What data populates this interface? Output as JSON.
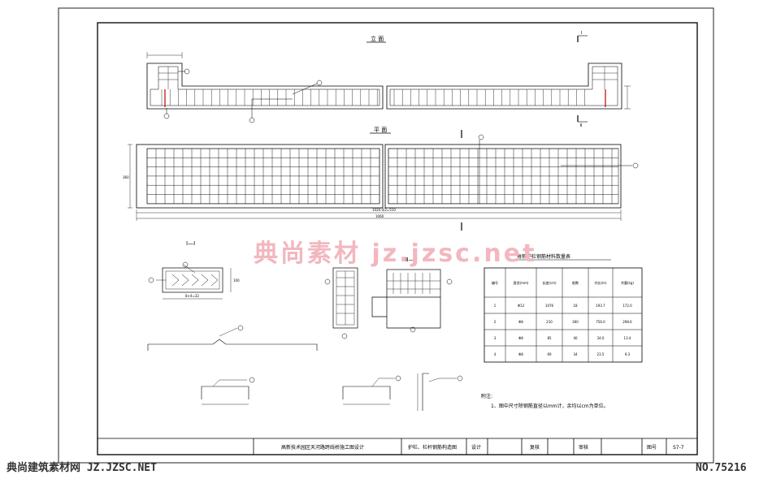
{
  "drawing": {
    "elevation_title": "立 面",
    "plan_title": "平 面",
    "section_1_title": "Ⅰ—Ⅰ",
    "section_2_title": "Ⅱ—Ⅱ",
    "section_mark_1": "Ⅰ",
    "section_mark_2": "Ⅱ",
    "plan_dim_total": "1060",
    "plan_dim_mid": "1020.0/2=510",
    "plan_dim_height": "360",
    "section1_dim": "100",
    "section1_dim_w": "8×4=32"
  },
  "table": {
    "title": "每侧护栏钢筋材料数量表",
    "headers": [
      "编号",
      "直径(mm)",
      "长度(cm)",
      "根数",
      "共长(m)",
      "共重(kg)"
    ],
    "rows": [
      [
        "1",
        "Φ12",
        "1076",
        "18",
        "193.7",
        "172.0"
      ],
      [
        "2",
        "Φ8",
        "210",
        "360",
        "756.0",
        "298.6"
      ],
      [
        "3",
        "Φ8",
        "85",
        "40",
        "34.0",
        "13.4"
      ],
      [
        "4",
        "Φ8",
        "69",
        "34",
        "23.5",
        "9.3"
      ]
    ]
  },
  "notes": {
    "heading": "附注:",
    "line1": "1、图中尺寸除钢筋直径以mm计，余均以cm为单位。"
  },
  "title_block": {
    "project": "高新技术园区天河路跨线桥施工图设计",
    "drawing_name": "护栏、栏杆钢筋构造图",
    "design_label": "设计",
    "check_label": "复核",
    "review_label": "审核",
    "number_label": "图号",
    "number": "S7-7"
  },
  "watermark": {
    "center": "典尚素材  jz.jzsc.net",
    "footer_left": "典尚建筑素材网 JZ.JZSC.NET",
    "footer_right": "NO.75216"
  }
}
